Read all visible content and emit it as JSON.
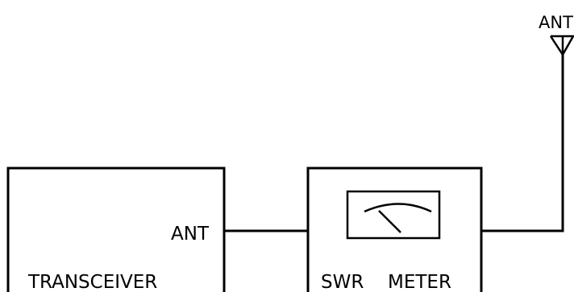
{
  "transceiver": {
    "label": "TRANSCEIVER",
    "port_label": "ANT"
  },
  "swr_meter": {
    "label_left": "SWR",
    "label_right": "METER"
  },
  "antenna": {
    "label": "ANT"
  },
  "colors": {
    "line": "#000000",
    "background": "#ffffff"
  }
}
